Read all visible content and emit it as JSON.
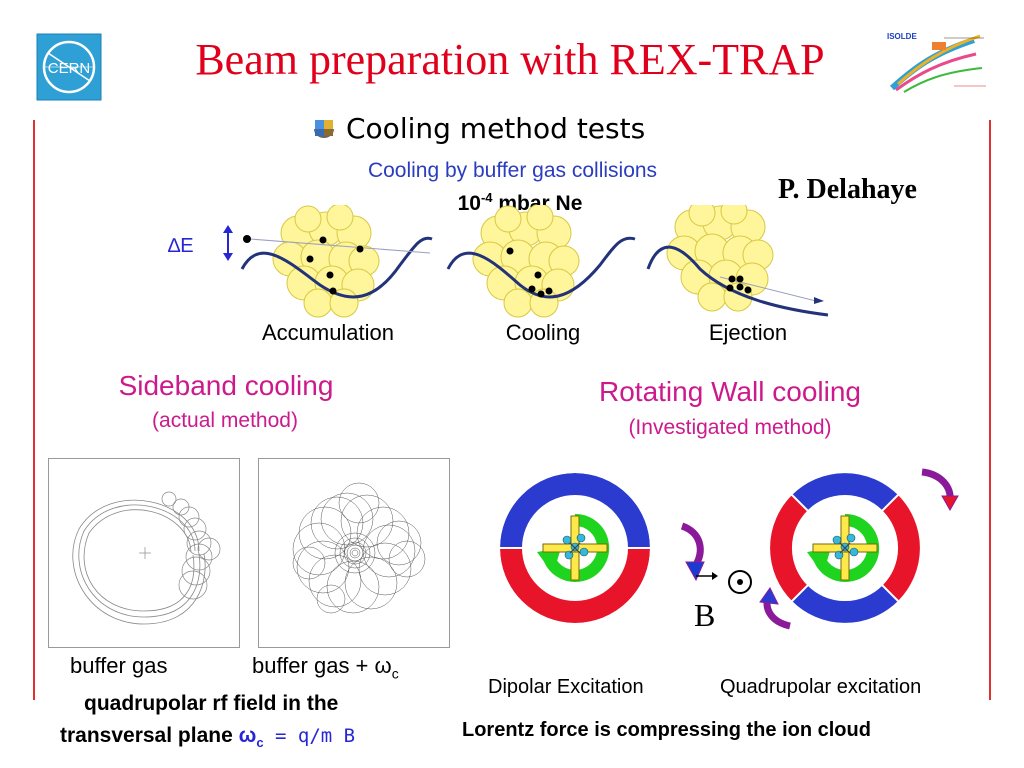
{
  "header": {
    "title": "Beam preparation with REX-TRAP",
    "cern_logo_text": "CERN",
    "isolde_logo_title": "ISOLDE"
  },
  "bullet": {
    "text": "Cooling method tests"
  },
  "buffer_gas": {
    "subtitle": "Cooling by buffer gas collisions",
    "pressure_base": "10",
    "pressure_exp": "-4",
    "pressure_unit": " mbar Ne",
    "delta_e": "∆E",
    "stages": [
      "Accumulation",
      "Cooling",
      "Ejection"
    ]
  },
  "author": "P. Delahaye",
  "sideband": {
    "title": "Sideband cooling",
    "subtitle": "(actual method)",
    "panel_left_caption": "buffer gas",
    "panel_right_caption_prefix": "buffer gas + ω",
    "panel_right_caption_sub": "c",
    "note_line1": "quadrupolar rf field in the",
    "note_line2_prefix": "transversal plane ",
    "omega": "ω",
    "omega_sub": "c",
    "formula": " = q/m B"
  },
  "rotating_wall": {
    "title": "Rotating Wall cooling",
    "subtitle": "(Investigated method)",
    "field_label": "B",
    "dipolar_label": "Dipolar Excitation",
    "quadrupolar_label": "Quadrupolar excitation",
    "conclusion": "Lorentz force is compressing the ion cloud"
  },
  "colors": {
    "title": "#e0001b",
    "subtitle_blue": "#2a3cbf",
    "magenta": "#cc1a8c",
    "ring_blue": "#2b3bd0",
    "ring_red": "#e8142a",
    "green_arrow": "#1fd41f",
    "cross_yellow": "#ffe84a",
    "cloud_yellow": "#fff59a"
  }
}
